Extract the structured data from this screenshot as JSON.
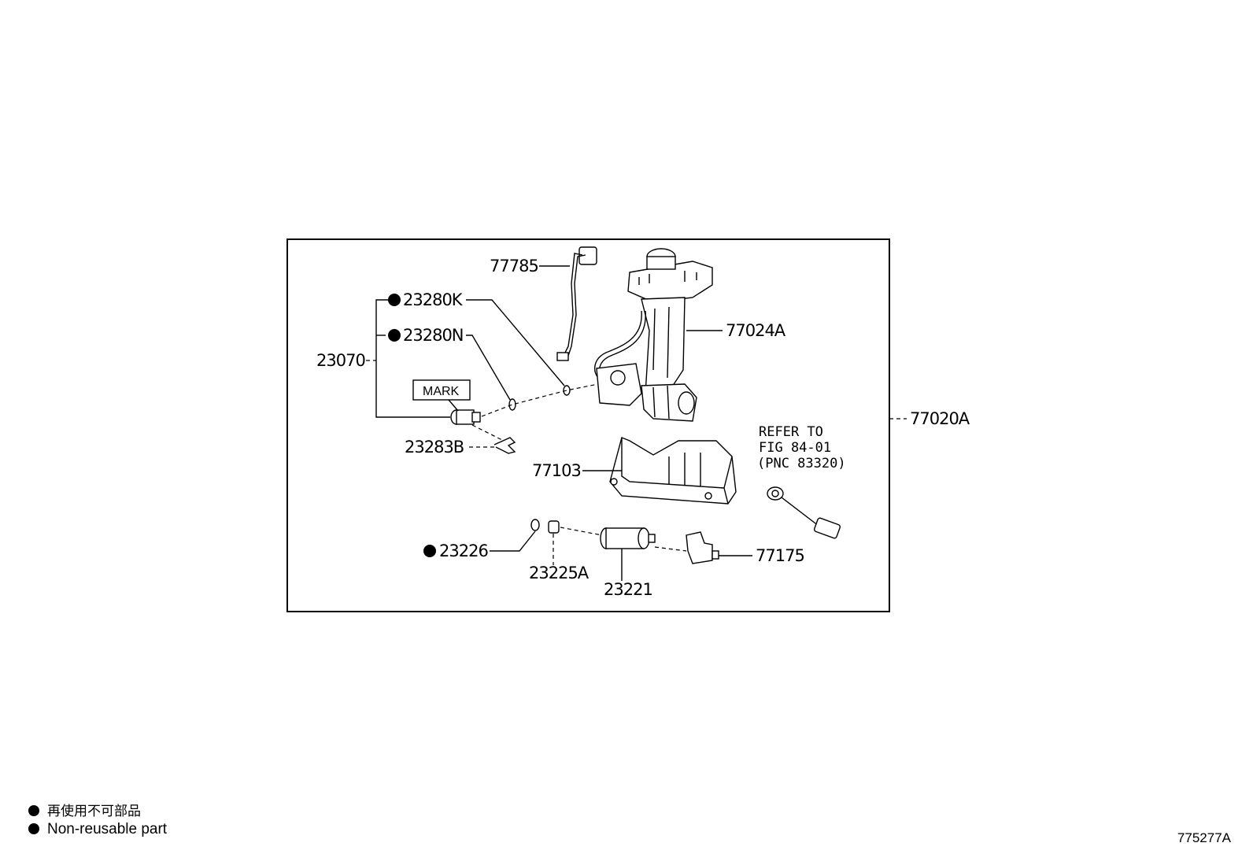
{
  "labels": {
    "p77785": "77785",
    "p23280K": "23280K",
    "p23280N": "23280N",
    "p23070": "23070",
    "mark": "MARK",
    "p23283B": "23283B",
    "p77024A": "77024A",
    "p77020A": "77020A",
    "p77103": "77103",
    "refer_line1": "REFER TO",
    "refer_line2": "FIG 84-01",
    "refer_line3": "(PNC 83320)",
    "p23226": "23226",
    "p23225A": "23225A",
    "p23221": "23221",
    "p77175": "77175"
  },
  "legend": {
    "jp": "再使用不可部品",
    "en": "Non-reusable part"
  },
  "figure_id": "775277A",
  "non_reusable_marker": "filled-circle-icon"
}
